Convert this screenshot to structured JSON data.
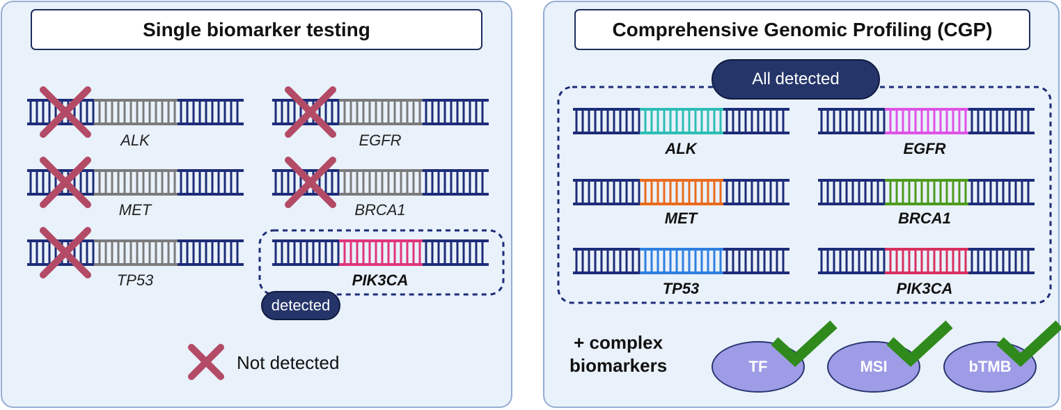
{
  "colors": {
    "backbone": "#1d2c78",
    "undetected_segment": "#7b7b7b",
    "cross": "#b34a66",
    "check": "#2f8a1b",
    "pill": "#25356a",
    "oval": "#9e9ce6",
    "panel_bg": "#e9f1fa",
    "panel_border": "#93add3"
  },
  "left_panel": {
    "title": "Single biomarker testing",
    "genes": [
      {
        "label": "ALK",
        "status": "not-detected",
        "segment_color": "#7b7b7b"
      },
      {
        "label": "EGFR",
        "status": "not-detected",
        "segment_color": "#7b7b7b"
      },
      {
        "label": "MET",
        "status": "not-detected",
        "segment_color": "#7b7b7b"
      },
      {
        "label": "BRCA1",
        "status": "not-detected",
        "segment_color": "#7b7b7b"
      },
      {
        "label": "TP53",
        "status": "not-detected",
        "segment_color": "#7b7b7b"
      },
      {
        "label": "PIK3CA",
        "status": "detected",
        "segment_color": "#e0347c"
      }
    ],
    "detected_badge": "detected",
    "legend_text": "Not detected",
    "legend_icon": "cross-icon"
  },
  "right_panel": {
    "title": "Comprehensive Genomic Profiling (CGP)",
    "all_detected_badge": "All detected",
    "genes": [
      {
        "label": "ALK",
        "segment_color": "#2dbdb4"
      },
      {
        "label": "EGFR",
        "segment_color": "#df52e6"
      },
      {
        "label": "MET",
        "segment_color": "#ea6a1c"
      },
      {
        "label": "BRCA1",
        "segment_color": "#4d9a1d"
      },
      {
        "label": "TP53",
        "segment_color": "#2f7fe0"
      },
      {
        "label": "PIK3CA",
        "segment_color": "#d7305f"
      }
    ],
    "complex_text_line1": "+ complex",
    "complex_text_line2": "biomarkers",
    "complex_biomarkers": [
      {
        "label": "TF",
        "icon": "check-icon"
      },
      {
        "label": "MSI",
        "icon": "check-icon"
      },
      {
        "label": "bTMB",
        "icon": "check-icon"
      }
    ]
  }
}
